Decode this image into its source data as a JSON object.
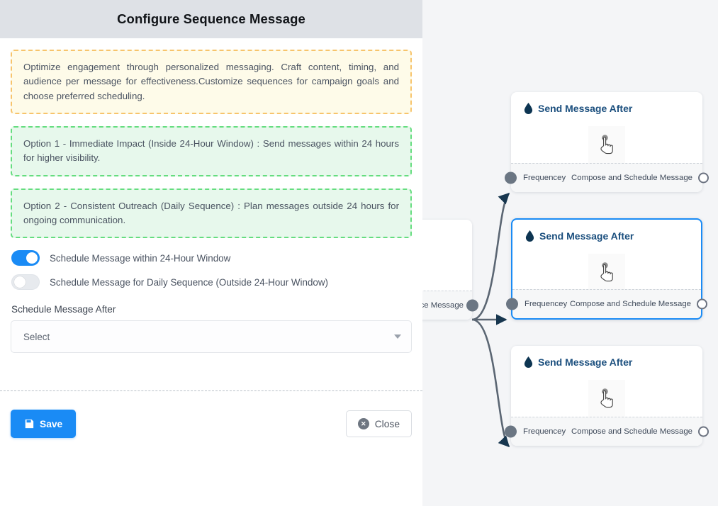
{
  "panel": {
    "title": "Configure Sequence Message",
    "notes": [
      {
        "variant": "amber",
        "text": "Optimize engagement through personalized messaging. Craft content, timing, and audience per message for effectiveness.Customize sequences for campaign goals and choose preferred scheduling."
      },
      {
        "variant": "green",
        "text": "Option 1 - Immediate Impact (Inside 24-Hour Window) : Send messages within 24 hours for higher visibility."
      },
      {
        "variant": "green",
        "text": "Option 2 - Consistent Outreach (Daily Sequence) : Plan messages outside 24 hours for ongoing communication."
      }
    ],
    "toggles": [
      {
        "label": "Schedule Message within 24-Hour Window",
        "state": "on"
      },
      {
        "label": "Schedule Message for Daily Sequence (Outside 24-Hour Window)",
        "state": "off"
      }
    ],
    "field": {
      "label": "Schedule Message After",
      "value": "Select",
      "caret_icon": "chevron-down-icon"
    },
    "buttons": {
      "save": {
        "label": "Save",
        "icon": "save-icon",
        "color": "#1a8bf5"
      },
      "close": {
        "label": "Close",
        "icon": "close-circle-icon"
      }
    }
  },
  "canvas": {
    "background": "#f4f5f7",
    "selected_accent": "#1a8bf5",
    "source_node": {
      "footer_right_label": "ce Message"
    },
    "nodes": [
      {
        "title": "Send Message After",
        "title_icon": "droplet-icon",
        "center_icon": "pointing-hand-icon",
        "footer_left": "Frequencey",
        "footer_right": "Compose and Schedule Message",
        "selected": false
      },
      {
        "title": "Send Message After",
        "title_icon": "droplet-icon",
        "center_icon": "pointing-hand-icon",
        "footer_left": "Frequencey",
        "footer_right": "Compose and Schedule Message",
        "selected": true
      },
      {
        "title": "Send Message After",
        "title_icon": "droplet-icon",
        "center_icon": "pointing-hand-icon",
        "footer_left": "Frequencey",
        "footer_right": "Compose and Schedule Message",
        "selected": false
      }
    ]
  }
}
